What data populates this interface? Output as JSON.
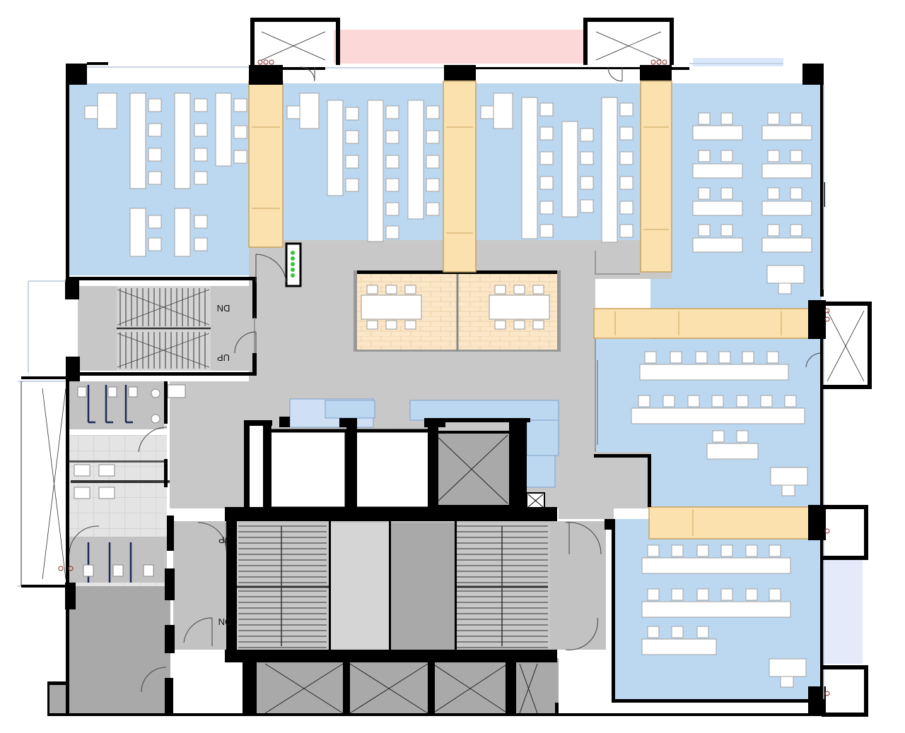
{
  "plan": {
    "labels": {
      "dn_west": "DN",
      "up_west": "UP",
      "up_core": "UP",
      "dn_core": "DN"
    },
    "colors": {
      "office_zone": "#bcd8f1",
      "circulation": "#c7c7c7",
      "storage": "#fbe1ad",
      "meeting_room": "#fbe7c8",
      "service_core": "#a9a9a9",
      "restroom": "#dedede",
      "walls": "#000000",
      "balcony": "#fdd8d8",
      "plants": "#3ac43a"
    }
  }
}
